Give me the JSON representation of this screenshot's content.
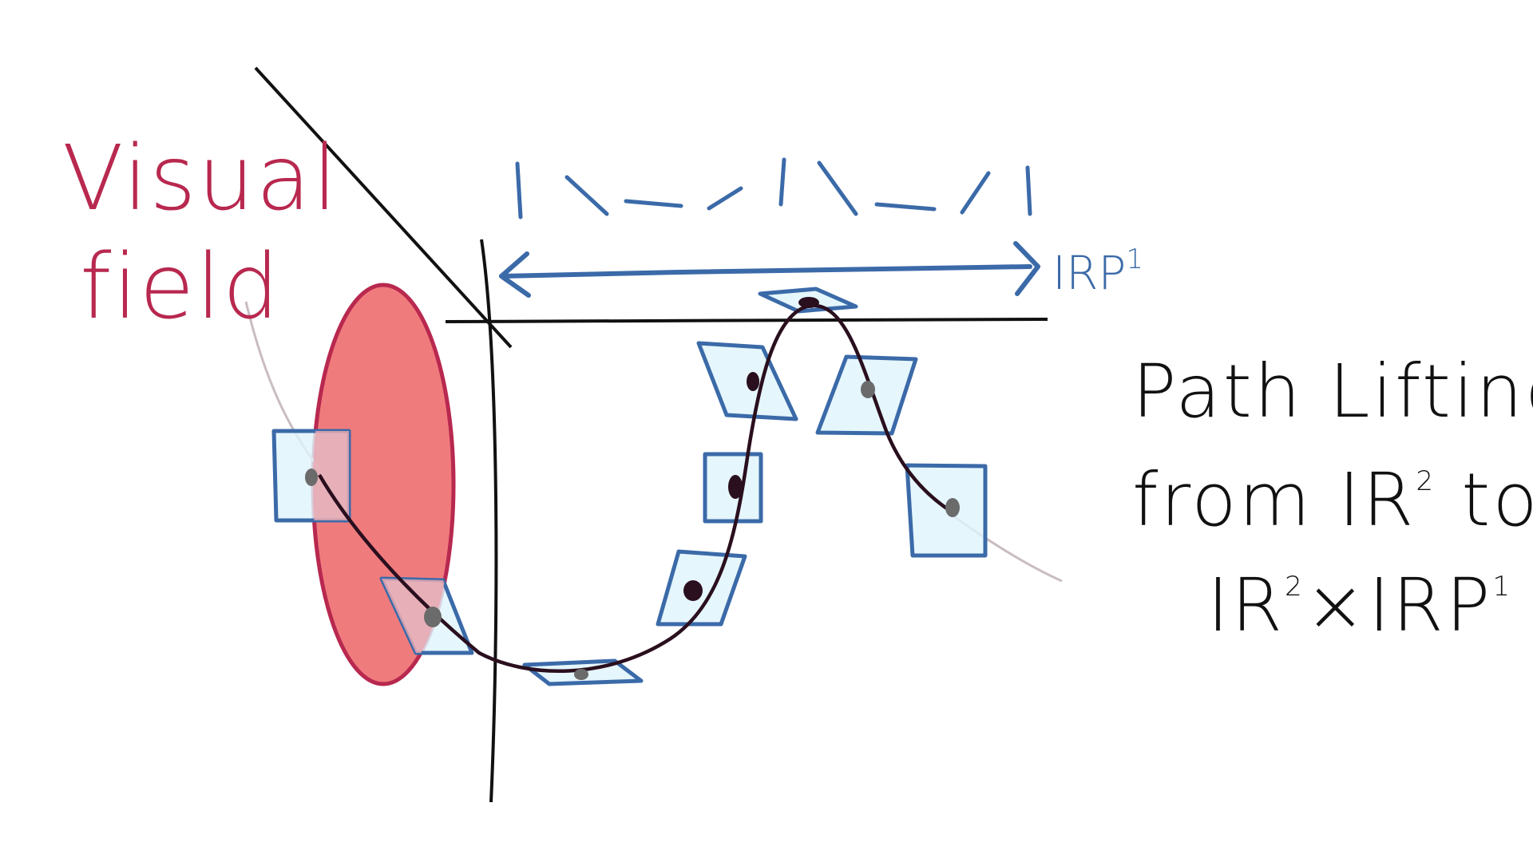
{
  "visual_field_label": {
    "line1": "Visual",
    "line2": "field"
  },
  "fiber_label": {
    "text": "IRP",
    "superscript": "1"
  },
  "side_label": {
    "line1": "Path Lifting",
    "line2_text": "from IR",
    "line2_sup": "2",
    "line2_tail": " to",
    "line3_a": "IR",
    "line3_sup": "2",
    "line3_b": "×IRP",
    "line3_sup2": "1"
  },
  "colors": {
    "visual_field_fill": "#f07b7d",
    "visual_field_stroke": "#b8284f",
    "label_red": "#b8284f",
    "frame_blue": "#3b6aa8",
    "frame_fill": "#dff4fb",
    "curve": "#2a0f1e",
    "axis": "#111111",
    "ink": "#111111"
  }
}
